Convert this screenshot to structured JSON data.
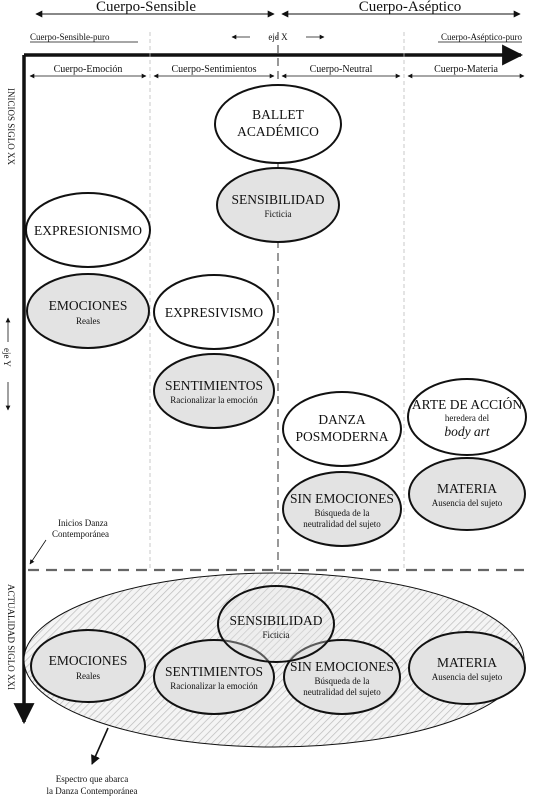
{
  "top": {
    "sensible": "Cuerpo-Sensible",
    "aseptico": "Cuerpo-Aséptico",
    "sensible_puro": "Cuerpo-Sensible-puro",
    "aseptico_puro": "Cuerpo-Aséptico-puro",
    "eje_x": "eje X"
  },
  "columns": [
    "Cuerpo-Emoción",
    "Cuerpo-Sentimientos",
    "Cuerpo-Neutral",
    "Cuerpo-Materia"
  ],
  "left": {
    "inicios": "INICIOS SIGLO XX",
    "eje_y": "eje Y",
    "actualidad": "ACTUALIDAD SIGLO XXI"
  },
  "notes": {
    "inicios_danza_1": "Inicios Danza",
    "inicios_danza_2": "Contemporánea",
    "espectro_1": "Espectro que abarca",
    "espectro_2": "la Danza Contemporánea"
  },
  "nodes": {
    "ballet": {
      "line1": "BALLET",
      "line2": "ACADÉMICO"
    },
    "sensibilidad": {
      "title": "SENSIBILIDAD",
      "sub": "Ficticia"
    },
    "expresionismo": {
      "title": "EXPRESIONISMO"
    },
    "emociones": {
      "title": "EMOCIONES",
      "sub": "Reales"
    },
    "expresivismo": {
      "title": "EXPRESIVISMO"
    },
    "sentimientos": {
      "title": "SENTIMIENTOS",
      "sub": "Racionalizar la emoción"
    },
    "danza_pos": {
      "line1": "DANZA",
      "line2": "POSMODERNA"
    },
    "sin_emociones": {
      "title": "SIN EMOCIONES",
      "sub1": "Búsqueda de la",
      "sub2": "neutralidad del sujeto"
    },
    "arte_accion": {
      "line1": "ARTE DE ACCIÓN",
      "line2": "heredera del",
      "line3": "body art"
    },
    "materia": {
      "title": "MATERIA",
      "sub": "Ausencia del sujeto"
    }
  },
  "bottom": {
    "sensibilidad": {
      "title": "SENSIBILIDAD",
      "sub": "Ficticia"
    },
    "emociones": {
      "title": "EMOCIONES",
      "sub": "Reales"
    },
    "sentimientos": {
      "title": "SENTIMIENTOS",
      "sub": "Racionalizar la emoción"
    },
    "sin_emociones": {
      "title": "SIN EMOCIONES",
      "sub1": "Búsqueda de la",
      "sub2": "neutralidad del sujeto"
    },
    "materia": {
      "title": "MATERIA",
      "sub": "Ausencia del sujeto"
    }
  },
  "colors": {
    "gray_fill": "#e3e3e3",
    "white_fill": "#ffffff",
    "stroke": "#111111",
    "dashed_line": "#555555"
  }
}
